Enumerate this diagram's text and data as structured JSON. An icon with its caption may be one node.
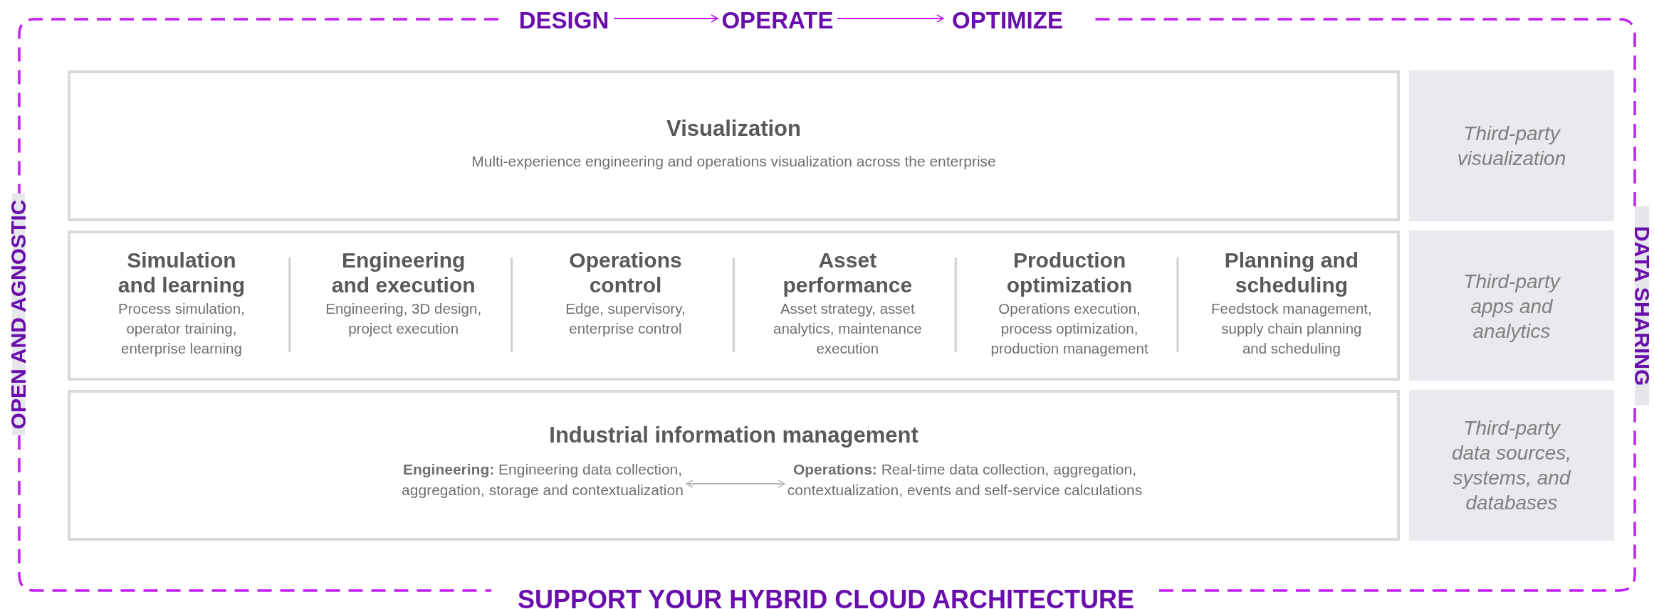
{
  "diagram": {
    "nodes": [
      {
        "text": [
          "DESIGN"
        ]
      },
      {
        "text": [
          "OPERATE"
        ]
      },
      {
        "text": [
          "OPTIMIZE"
        ]
      },
      {
        "text": [
          "Visualization",
          "Multi-experience engineering and operations visualization across the enterprise"
        ]
      },
      {
        "text": [],
        "shape": "box"
      },
      {
        "text": [
          "Simulation and learning",
          "Process simulation, operator training, enterprise learning"
        ],
        "in": 4
      },
      {
        "text": [
          "Engineering and execution",
          "Engineering, 3D design, project execution"
        ],
        "in": 4
      },
      {
        "text": [
          "Operations control",
          "Edge, supervisory, enterprise control"
        ],
        "in": 4
      },
      {
        "text": [
          "Asset performance",
          "Asset strategy, asset analytics, maintenance execution"
        ],
        "in": 4
      },
      {
        "text": [
          "Production optimization",
          "Operations execution, process optimization, production management"
        ],
        "in": 4
      },
      {
        "text": [
          "Planning and scheduling",
          "Feedstock management, supply chain planning and scheduling"
        ],
        "in": 4
      },
      {
        "text": [
          "Industrial information management"
        ]
      },
      {
        "text": [
          "**Engineering:** Engineering data collection, aggregation, storage and contextualization"
        ],
        "in": 11
      },
      {
        "text": [
          "**Operations:** Real-time data collection, aggregation, contextualization, events and self-service calculations"
        ],
        "in": 11
      },
      {
        "text": [
          "Third-party visualization"
        ]
      },
      {
        "text": [
          "Third-party apps and analytics"
        ]
      },
      {
        "text": [
          "Third-party data sources, systems, and databases"
        ]
      }
    ],
    "edges": [
      {
        "from": 0,
        "to": 1,
        "arrow": "to"
      },
      {
        "from": 1,
        "to": 2,
        "arrow": "to"
      },
      {
        "from": 12,
        "to": 13,
        "arrow": "both",
        "color": "#b8b8b8"
      }
    ],
    "labels": [
      "OPEN AND AGNOSTIC",
      "DATA SHARING",
      "SUPPORT YOUR HYBRID CLOUD ARCHITECTURE"
    ]
  }
}
